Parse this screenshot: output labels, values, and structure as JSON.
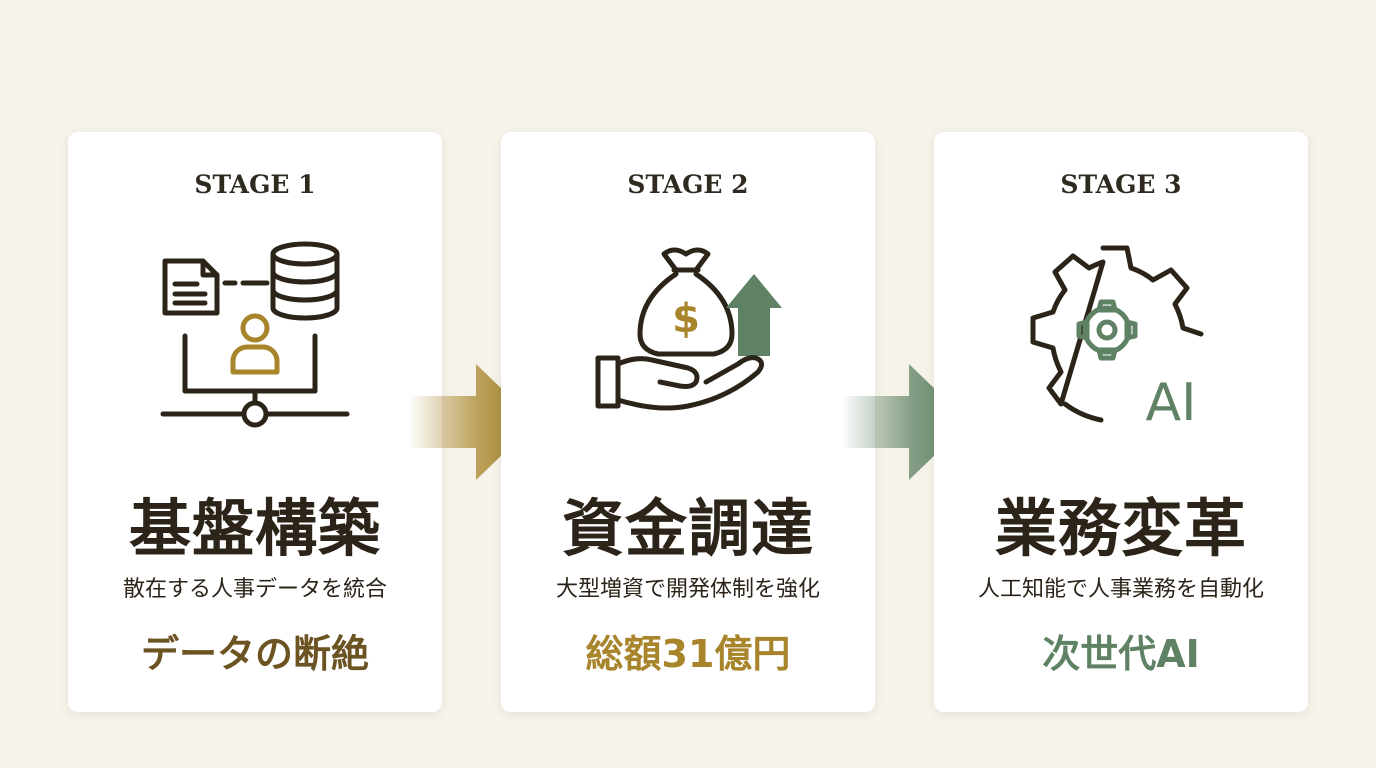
{
  "colors": {
    "background": "#f6f3ea",
    "dark": "#2c2419",
    "gold": "#a8842a",
    "green": "#5e8263",
    "stage1_accent": "#6b5322"
  },
  "stages": [
    {
      "label": "STAGE 1",
      "title": "基盤構築",
      "description": "散在する人事データを統合",
      "highlight": "データの断絶",
      "icon": "document-database-user-icon"
    },
    {
      "label": "STAGE 2",
      "title": "資金調達",
      "description": "大型増資で開発体制を強化",
      "highlight": "総額31億円",
      "icon": "money-bag-hand-growth-icon"
    },
    {
      "label": "STAGE 3",
      "title": "業務変革",
      "description": "人工知能で人事業務を自動化",
      "highlight": "次世代AI",
      "icon": "gear-ai-icon"
    }
  ]
}
